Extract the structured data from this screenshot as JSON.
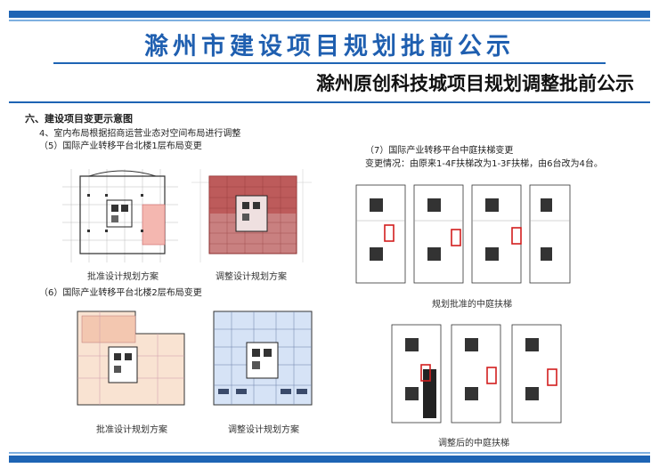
{
  "header": {
    "main_title": "滁州市建设项目规划批前公示",
    "sub_title": "滁州原创科技城项目规划调整批前公示"
  },
  "section": {
    "heading": "六、建设项目变更示意图",
    "item4": "4、室内布局根据招商运营业态对空间布局进行调整",
    "item5": "（5）国际产业转移平台北楼1层布局变更",
    "item6": "（6）国际产业转移平台北楼2层布局变更",
    "item7": "（7）国际产业转移平台中庭扶梯变更",
    "item7_detail": "变更情况：由原来1-4F扶梯改为1-3F扶梯，由6台改为4台。"
  },
  "captions": {
    "approved": "批准设计规划方案",
    "adjusted": "调整设计规划方案",
    "approved_escalator": "规划批准的中庭扶梯",
    "adjusted_escalator": "调整后的中庭扶梯"
  },
  "colors": {
    "brand_blue": "#1f5fb0",
    "highlight_red": "#d21e1e"
  }
}
